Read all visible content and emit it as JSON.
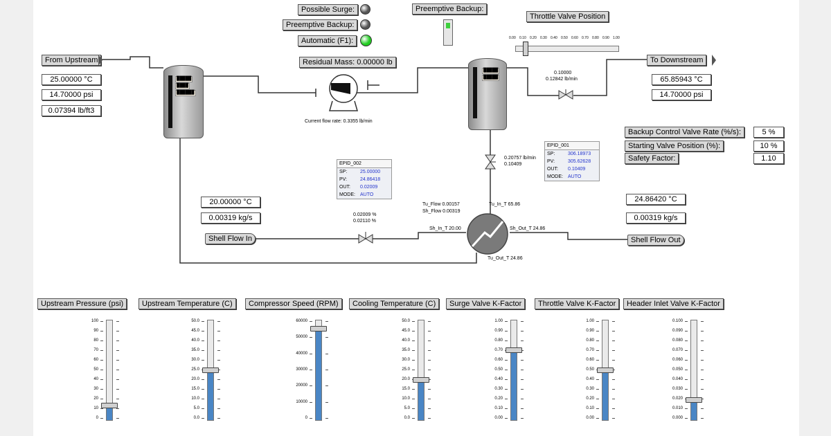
{
  "indicators": {
    "possible_surge": {
      "label": "Possible Surge:",
      "color": "#555555"
    },
    "preemptive_backup": {
      "label": "Preemptive Backup:",
      "color": "#555555"
    },
    "automatic": {
      "label": "Automatic (F1):",
      "color": "#22cc22"
    }
  },
  "preemptive_backup_switch": {
    "label": "Preemptive Backup:"
  },
  "residual_mass": "Residual Mass: 0.00000 lb",
  "throttle": {
    "label": "Throttle Valve Position",
    "ticks": [
      "0.00",
      "0.10",
      "0.20",
      "0.30",
      "0.40",
      "0.50",
      "0.60",
      "0.70",
      "0.80",
      "0.90",
      "1.00"
    ],
    "value": 0.05
  },
  "upstream": {
    "label": "From Upstream",
    "temperature": "25.00000 °C",
    "pressure": "14.70000 psi",
    "density": "0.07394 lb/ft3"
  },
  "downstream": {
    "label": "To Downstream",
    "temperature": "65.85943 °C",
    "pressure": "14.70000 psi"
  },
  "compressor": {
    "flow_label": "Current flow rate: 0.3355 lb/min"
  },
  "throttle_valve": {
    "line1": "0.10000",
    "line2": "0.12842 lb/min"
  },
  "surge_valve": {
    "line1": "0.20757 lb/min",
    "line2": "0.10409"
  },
  "pid_001": {
    "title": "EPID_001",
    "sp_k": "SP:",
    "sp": "306.18973",
    "pv_k": "PV:",
    "pv": "305.62628",
    "out_k": "OUT:",
    "out": "0.10409",
    "mode_k": "MODE:",
    "mode": "AUTO"
  },
  "pid_002": {
    "title": "EPID_002",
    "sp_k": "SP:",
    "sp": "25.00000",
    "pv_k": "PV:",
    "pv": "24.86418",
    "out_k": "OUT:",
    "out": "0.02009",
    "mode_k": "MODE:",
    "mode": "AUTO"
  },
  "params": {
    "backup_rate": {
      "label": "Backup Control Valve Rate (%/s):",
      "value": "5 %"
    },
    "start_pos": {
      "label": "Starting Valve Position (%):",
      "value": "10 %"
    },
    "safety": {
      "label": "Safety Factor:",
      "value": "1.10"
    }
  },
  "shell_in": {
    "label": "Shell Flow In",
    "temperature": "20.00000 °C",
    "flow": "0.00319 kg/s"
  },
  "shell_out": {
    "label": "Shell Flow Out",
    "temperature": "24.86420 °C",
    "flow": "0.00319 kg/s"
  },
  "shell_valve": {
    "line1": "0.02009 %",
    "line2": "0.02110 %"
  },
  "hx_labels": {
    "tu_flow": "Tu_Flow 0.00157",
    "sh_flow": "Sh_Flow 0.00319",
    "tu_in": "Tu_In_T 65.86",
    "sh_in": "Sh_In_T 20.00",
    "sh_out": "Sh_Out_T 24.86",
    "tu_out": "Tu_Out_T 24.86"
  },
  "sliders": [
    {
      "label": "Upstream Pressure (psi)",
      "ticks": [
        "100",
        "90",
        "80",
        "70",
        "60",
        "50",
        "40",
        "30",
        "20",
        "10",
        "0"
      ],
      "value": 0.147
    },
    {
      "label": "Upstream Temperature (C)",
      "ticks": [
        "50.0",
        "45.0",
        "40.0",
        "35.0",
        "30.0",
        "25.0",
        "20.0",
        "15.0",
        "10.0",
        "5.0",
        "0.0"
      ],
      "value": 0.5
    },
    {
      "label": "Compressor Speed (RPM)",
      "ticks": [
        "60000",
        "50000",
        "40000",
        "30000",
        "20000",
        "10000",
        "0"
      ],
      "value": 0.92
    },
    {
      "label": "Cooling Temperature (C)",
      "ticks": [
        "50.0",
        "45.0",
        "40.0",
        "35.0",
        "30.0",
        "25.0",
        "20.0",
        "15.0",
        "10.0",
        "5.0",
        "0.0"
      ],
      "value": 0.4
    },
    {
      "label": "Surge Valve K-Factor",
      "ticks": [
        "1.00",
        "0.90",
        "0.80",
        "0.70",
        "0.60",
        "0.50",
        "0.40",
        "0.30",
        "0.20",
        "0.10",
        "0.00"
      ],
      "value": 0.7
    },
    {
      "label": "Throttle Valve K-Factor",
      "ticks": [
        "1.00",
        "0.90",
        "0.80",
        "0.70",
        "0.60",
        "0.50",
        "0.40",
        "0.30",
        "0.20",
        "0.10",
        "0.00"
      ],
      "value": 0.5
    },
    {
      "label": "Header Inlet Valve K-Factor",
      "ticks": [
        "0.100",
        "0.090",
        "0.080",
        "0.070",
        "0.060",
        "0.050",
        "0.040",
        "0.030",
        "0.020",
        "0.010",
        "0.000"
      ],
      "value": 0.2
    }
  ]
}
